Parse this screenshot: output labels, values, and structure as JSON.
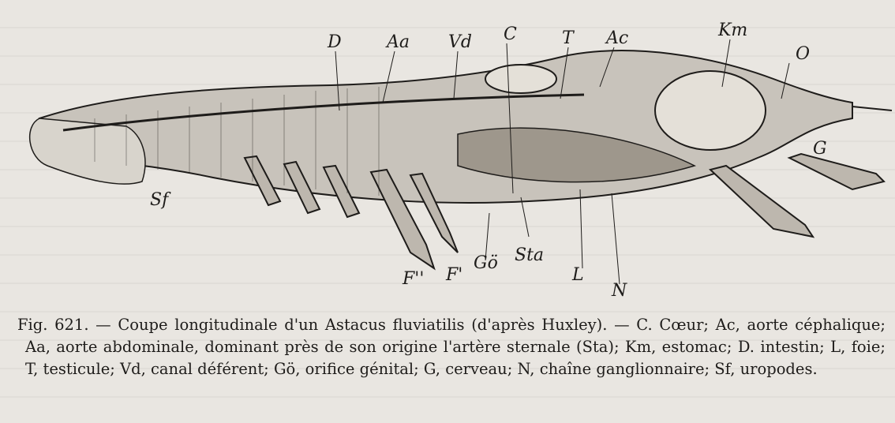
{
  "figure": {
    "labels": {
      "D": "D",
      "Aa": "Aa",
      "Vd": "Vd",
      "C": "C",
      "T": "T",
      "Ac": "Ac",
      "Km": "Km",
      "O": "O",
      "G": "G",
      "Sf": "Sf",
      "F2": "F''",
      "F1": "F'",
      "Go": "Gö",
      "Sta": "Sta",
      "L": "L",
      "N": "N"
    }
  },
  "caption": {
    "text": "Fig. 621. — Coupe longitudinale d'un Astacus fluviatilis (d'après Huxley). — C. Cœur; Ac, aorte céphalique; Aa, aorte abdominale, dominant près de son origine l'artère sternale (Sta); Km, estomac; D. intestin; L, foie; T, testicule; Vd, canal déférent; Gö, orifice génital; G, cerveau; N, chaîne ganglionnaire; Sf, uropodes."
  }
}
